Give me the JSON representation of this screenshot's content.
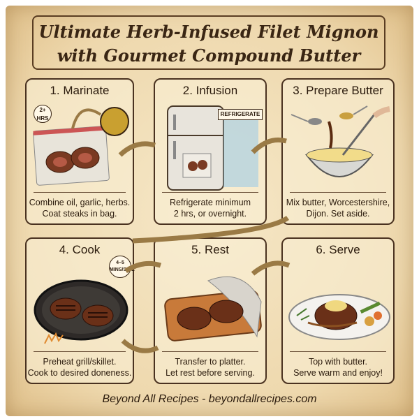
{
  "title": {
    "line1": "Ultimate Herb-Infused Filet Mignon",
    "line2": "with Gourmet Compound Butter"
  },
  "steps": [
    {
      "heading": "1. Marinate",
      "line1": "Combine oil, garlic, herbs.",
      "line2": "Coat steaks in bag.",
      "badge": "2+ HRS"
    },
    {
      "heading": "2. Infusion",
      "line1": "Refrigerate minimum",
      "line2": "2 hrs, or overnight.",
      "badge": "REFRIGERATE"
    },
    {
      "heading": "3. Prepare Butter",
      "line1": "Mix butter, Worcestershire,",
      "line2": "Dijon. Set aside."
    },
    {
      "heading": "4. Cook",
      "line1": "Preheat grill/skillet.",
      "line2": "Cook to desired doneness.",
      "badge": "4–5 MINS/SIDE"
    },
    {
      "heading": "5. Rest",
      "line1": "Transfer to platter.",
      "line2": "Let rest before serving."
    },
    {
      "heading": "6. Serve",
      "line1": "Top with butter.",
      "line2": "Serve warm and enjoy!"
    }
  ],
  "footer": "Beyond All Recipes - beyondallrecipes.com",
  "colors": {
    "parchment": "#f3e2bf",
    "ink": "#3a2614",
    "arrow": "#9a7a45",
    "steak": "#7a3a22"
  }
}
